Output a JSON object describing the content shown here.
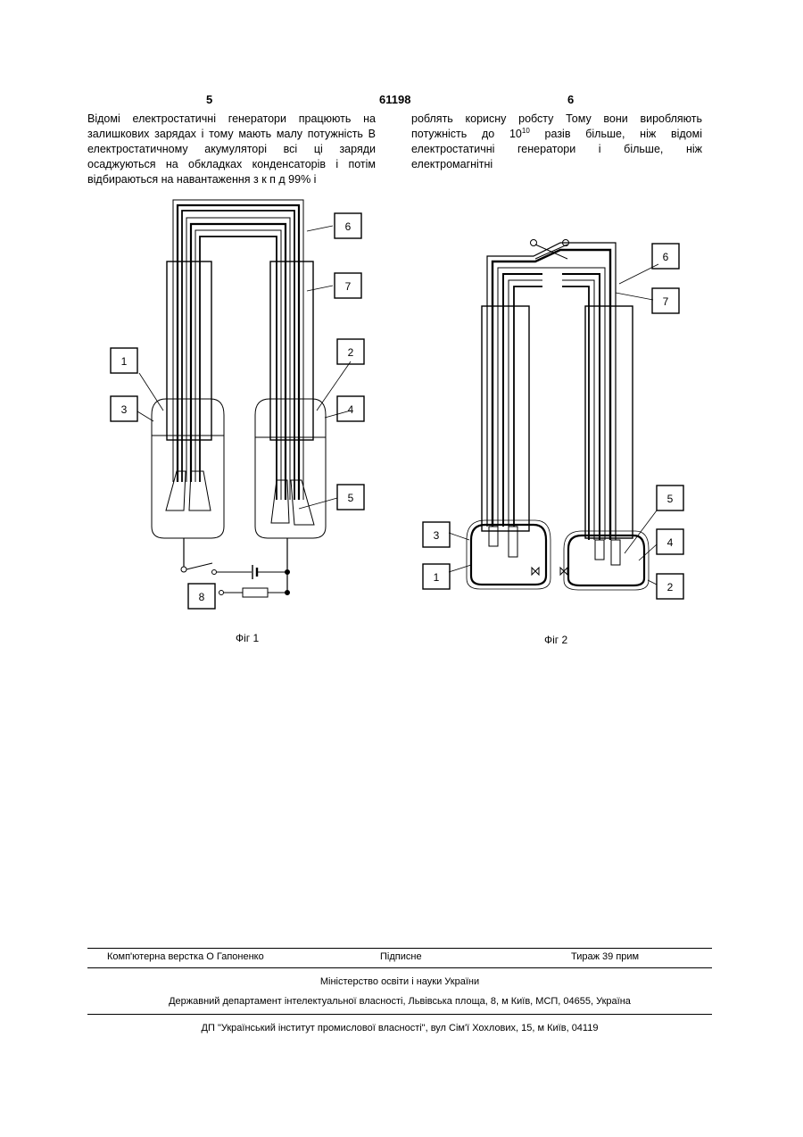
{
  "header": {
    "page_left": "5",
    "patent_number": "61198",
    "page_right": "6"
  },
  "text": {
    "left_column": "Відомі електростатичні генератори працюють на залишкових зарядах і тому мають малу потужність В електростатичному акумуляторі всі ці заряди осаджуються на обкладках конденсаторів і потім відбираються на навантаження з к п д 99% і",
    "right_column_before_sup": "роблять корисну робсту Тому вони виробляють потужність до 10",
    "right_column_sup": "10",
    "right_column_after_sup": " разів більше, ніж відомі електростатичні генератори і більше, ніж електромагнітні"
  },
  "figure1": {
    "caption": "Фіг 1",
    "labels": [
      "1",
      "2",
      "3",
      "4",
      "5",
      "6",
      "7",
      "8"
    ]
  },
  "figure2": {
    "caption": "Фіг 2",
    "labels": [
      "1",
      "2",
      "3",
      "4",
      "5",
      "6",
      "7"
    ]
  },
  "footer": {
    "typesetting": "Комп'ютерна верстка О Гапоненко",
    "signed": "Підписне",
    "circulation": "Тираж 39 прим",
    "ministry": "Міністерство освіти і науки України",
    "department": "Державний департамент інтелектуальної власності, Львівська площа, 8, м Київ, МСП, 04655, Україна",
    "institute": "ДП \"Український інститут промислової власності\", вул Сім'ї Хохлових, 15, м Київ, 04119"
  }
}
